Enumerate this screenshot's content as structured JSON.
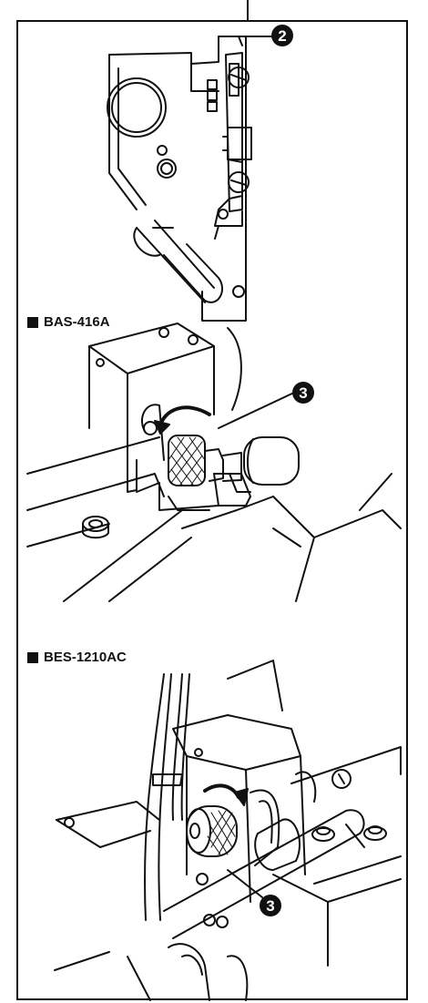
{
  "callouts": {
    "c2": "2",
    "c3a": "3",
    "c3b": "3"
  },
  "sections": {
    "bas": "BAS-416A",
    "bes": "BES-1210AC"
  },
  "colors": {
    "ink": "#111111",
    "paper": "#ffffff"
  }
}
